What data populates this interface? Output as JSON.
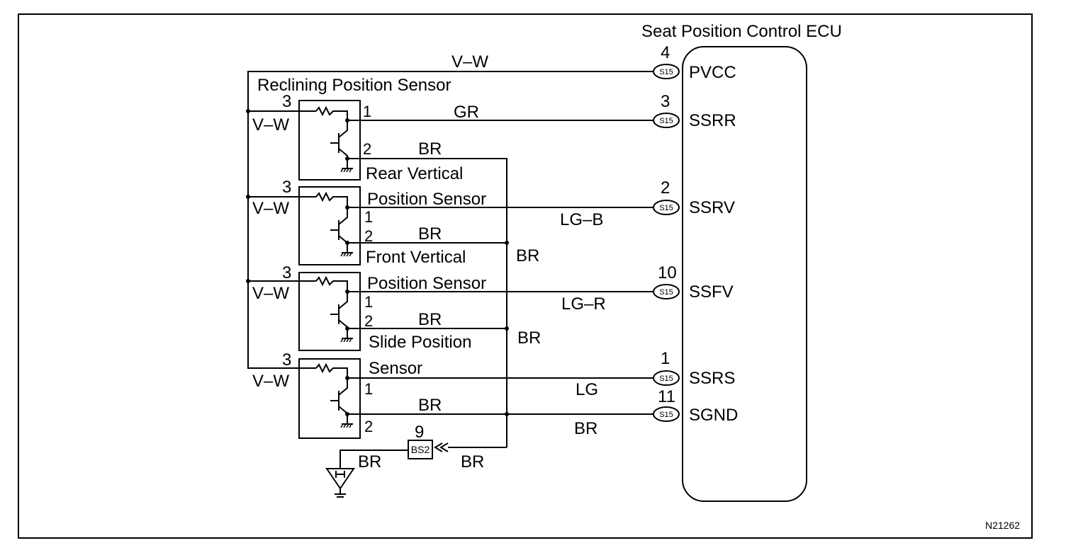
{
  "ecu": {
    "title": "Seat Position Control ECU",
    "connector": "S15",
    "pins": [
      {
        "num": "4",
        "name": "PVCC"
      },
      {
        "num": "3",
        "name": "SSRR"
      },
      {
        "num": "2",
        "name": "SSRV"
      },
      {
        "num": "10",
        "name": "SSFV"
      },
      {
        "num": "1",
        "name": "SSRS"
      },
      {
        "num": "11",
        "name": "SGND"
      }
    ]
  },
  "sensors": [
    {
      "label": "Reclining Position Sensor",
      "pin3": "3",
      "pin1": "1",
      "pin2": "2",
      "feed": "V–W",
      "signal_wire": "GR",
      "ground_wire": "BR"
    },
    {
      "label_line1": "Rear Vertical",
      "label_line2": "Position Sensor",
      "pin3": "3",
      "pin1": "1",
      "pin2": "2",
      "feed": "V–W",
      "signal_wire": "LG–B",
      "ground_wire": "BR"
    },
    {
      "label_line1": "Front Vertical",
      "label_line2": "Position Sensor",
      "pin3": "3",
      "pin1": "1",
      "pin2": "2",
      "feed": "V–W",
      "signal_wire": "LG–R",
      "ground_wire": "BR"
    },
    {
      "label_line1": "Slide Position",
      "label_line2": "Sensor",
      "pin3": "3",
      "pin1": "1",
      "pin2": "2",
      "feed": "V–W",
      "signal_wire": "LG",
      "ground_wire": "BR"
    }
  ],
  "wires": {
    "pvcc": "V–W",
    "bus_br_1": "BR",
    "bus_br_2": "BR",
    "sgnd": "BR",
    "ground_left": "BR",
    "ground_right": "BR"
  },
  "splice": {
    "pin": "9",
    "name": "BS2"
  },
  "figure_id": "N21262"
}
